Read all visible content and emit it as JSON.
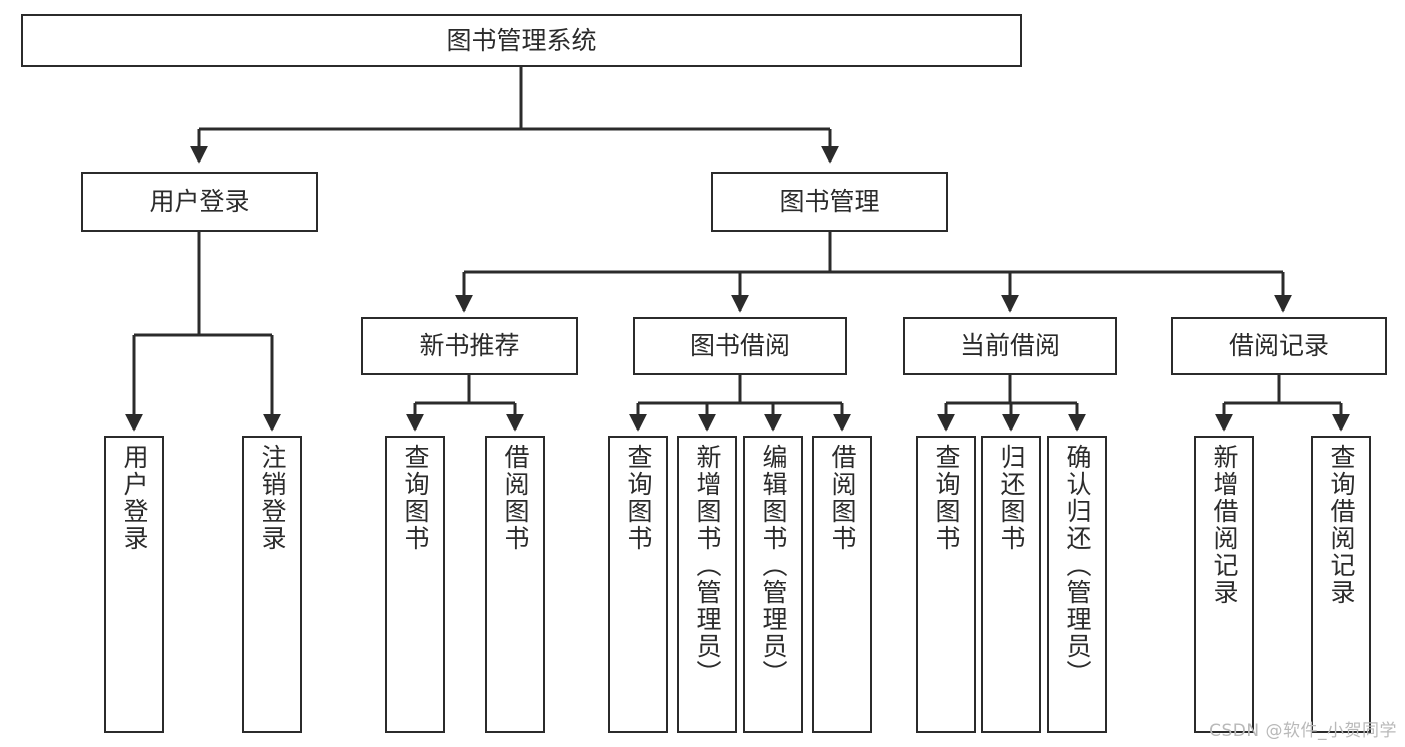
{
  "diagram": {
    "title": "图书管理系统",
    "type": "tree-hierarchy-diagram",
    "root": {
      "label": "图书管理系统"
    },
    "level2": [
      {
        "label": "用户登录"
      },
      {
        "label": "图书管理"
      }
    ],
    "level3": [
      {
        "label": "新书推荐"
      },
      {
        "label": "图书借阅"
      },
      {
        "label": "当前借阅"
      },
      {
        "label": "借阅记录"
      }
    ],
    "leaves": {
      "user_login": [
        {
          "label": "用户登录"
        },
        {
          "label": "注销登录"
        }
      ],
      "new_book_recommend": [
        {
          "label": "查询图书"
        },
        {
          "label": "借阅图书"
        }
      ],
      "book_borrow": [
        {
          "label": "查询图书"
        },
        {
          "label": "新增图书（管理员）"
        },
        {
          "label": "编辑图书（管理员）"
        },
        {
          "label": "借阅图书"
        }
      ],
      "current_borrow": [
        {
          "label": "查询图书"
        },
        {
          "label": "归还图书"
        },
        {
          "label": "确认归还（管理员）"
        }
      ],
      "borrow_record": [
        {
          "label": "新增借阅记录"
        },
        {
          "label": "查询借阅记录"
        }
      ]
    }
  },
  "watermark": {
    "text": "CSDN @软件_小贺同学"
  },
  "colors": {
    "stroke": "#2b2b2b",
    "fill": "#ffffff",
    "text": "#2b2b2b",
    "watermark": "#b9b9b9"
  }
}
